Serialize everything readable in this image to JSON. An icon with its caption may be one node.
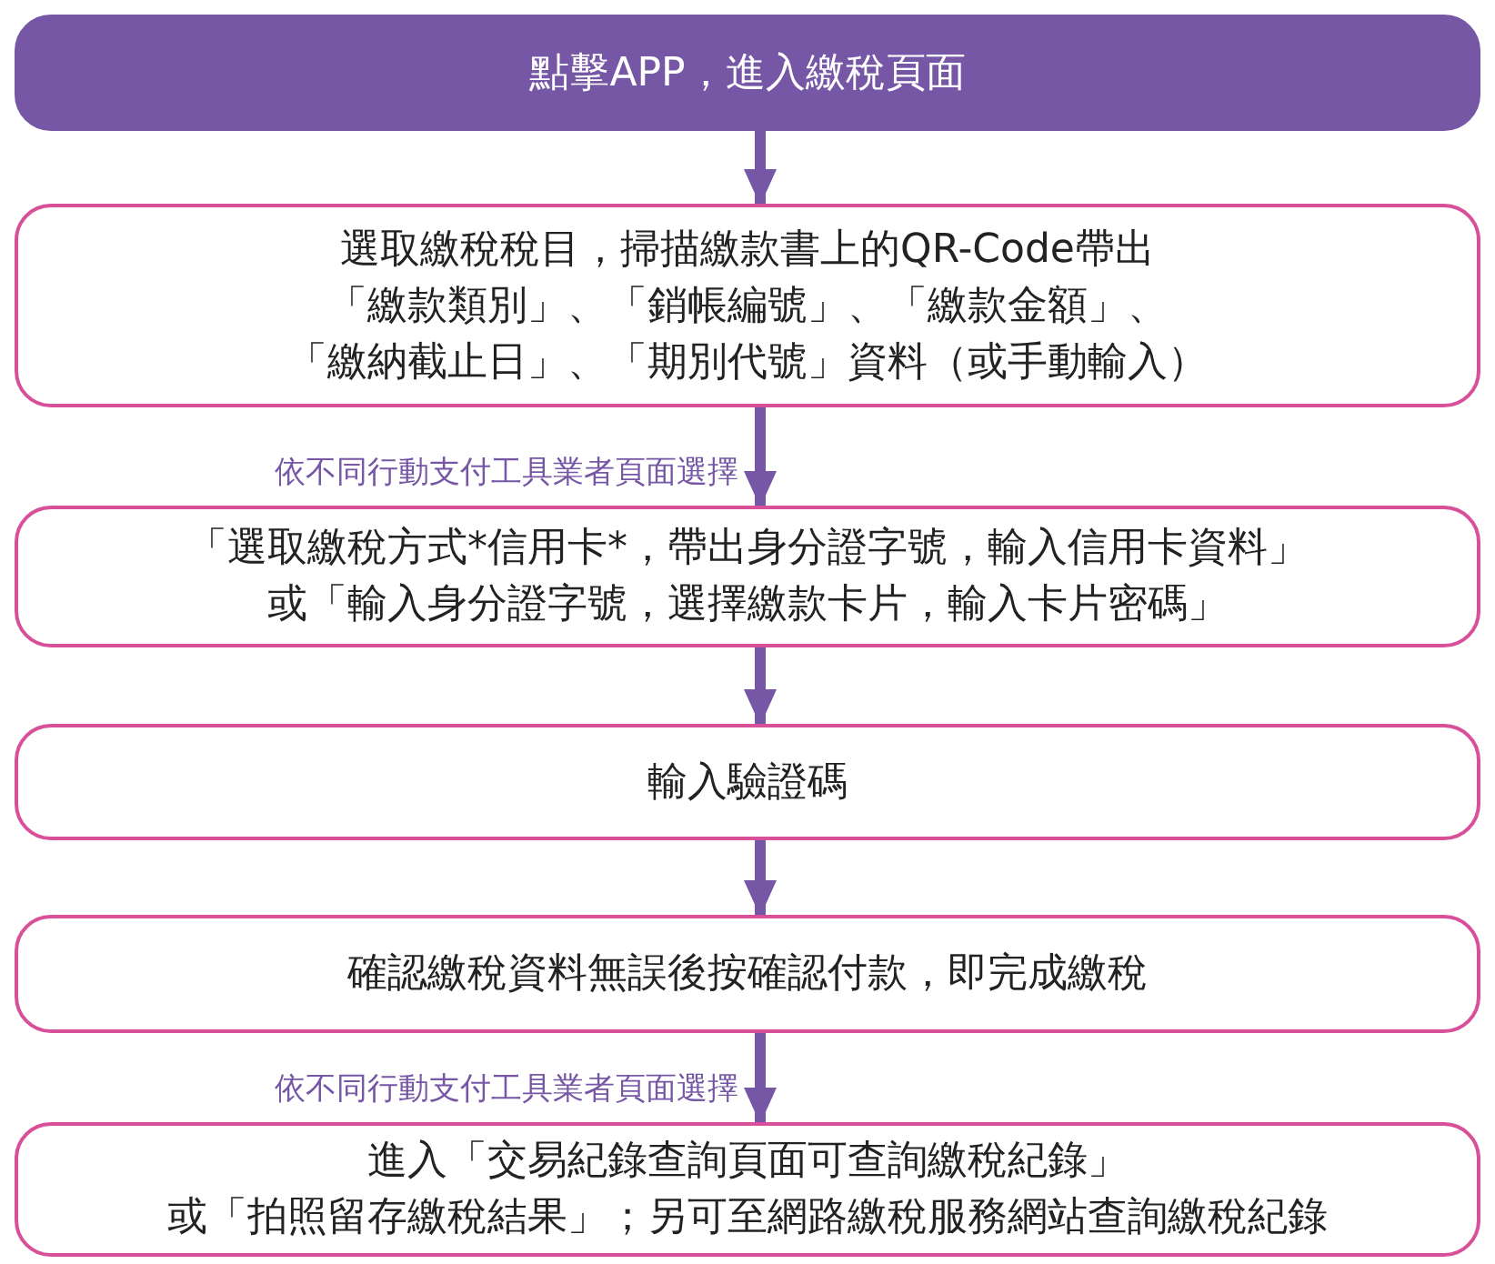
{
  "diagram": {
    "nodes": [
      {
        "text": [
          "點擊APP，進入繳稅頁面"
        ]
      },
      {
        "text": [
          "選取繳稅稅目，掃描繳款書上的QR-Code帶出「繳款類別」、「銷帳編號」、「繳款金額」、「繳納截止日」、「期別代號」資料（或手動輸入）"
        ]
      },
      {
        "text": [
          "「選取繳稅方式*信用卡*，帶出身分證字號，輸入信用卡資料」或「輸入身分證字號，選擇繳款卡片，輸入卡片密碼」"
        ]
      },
      {
        "text": [
          "輸入驗證碼"
        ]
      },
      {
        "text": [
          "確認繳稅資料無誤後按確認付款，即完成繳稅"
        ]
      },
      {
        "text": [
          "進入「交易紀錄查詢頁面可查詢繳稅紀錄」或「拍照留存繳稅結果」；另可至網路繳稅服務網站查詢繳稅紀錄"
        ]
      }
    ],
    "edges": [
      {
        "from": 0,
        "to": 1,
        "arrow": "to"
      },
      {
        "from": 1,
        "to": 2,
        "arrow": "to",
        "label": "依不同行動支付工具業者頁面選擇"
      },
      {
        "from": 2,
        "to": 3,
        "arrow": "to"
      },
      {
        "from": 3,
        "to": 4,
        "arrow": "to"
      },
      {
        "from": 4,
        "to": 5,
        "arrow": "to",
        "label": "依不同行動支付工具業者頁面選擇"
      }
    ]
  }
}
